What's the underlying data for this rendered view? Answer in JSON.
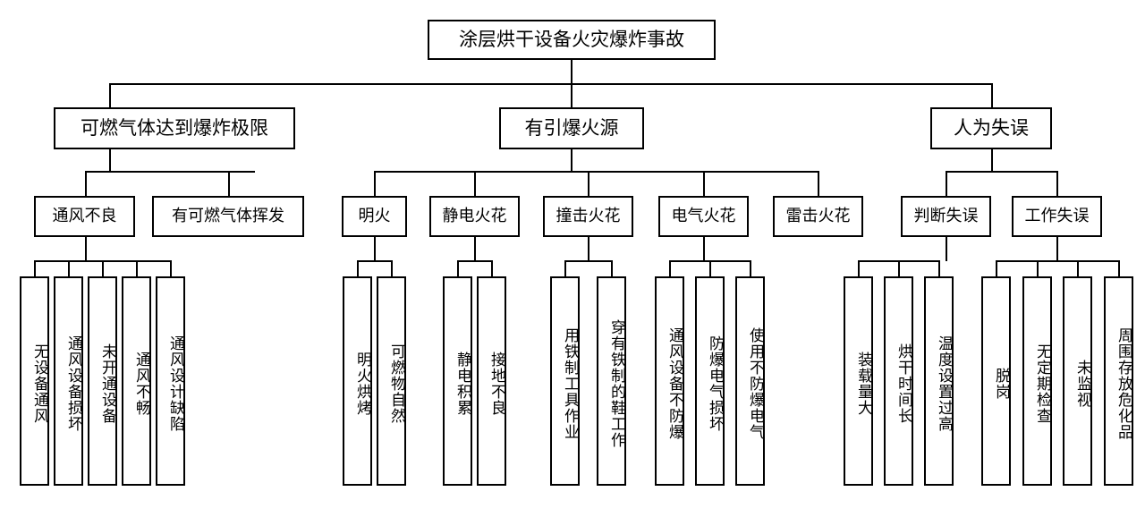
{
  "diagram": {
    "title": "涂层烘干设备火灾爆炸事故",
    "type": "fault-tree",
    "orientation": "top-down",
    "levels": 4,
    "root": {
      "id": "root",
      "label": "涂层烘干设备火灾爆炸事故"
    },
    "level2": [
      {
        "id": "b1",
        "label": "可燃气体达到爆炸极限"
      },
      {
        "id": "b2",
        "label": "有引爆火源"
      },
      {
        "id": "b3",
        "label": "人为失误"
      }
    ],
    "level3": [
      {
        "id": "b1c1",
        "parent": "b1",
        "label": "通风不良"
      },
      {
        "id": "b1c2",
        "parent": "b1",
        "label": "有可燃气体挥发"
      },
      {
        "id": "b2c1",
        "parent": "b2",
        "label": "明火"
      },
      {
        "id": "b2c2",
        "parent": "b2",
        "label": "静电火花"
      },
      {
        "id": "b2c3",
        "parent": "b2",
        "label": "撞击火花"
      },
      {
        "id": "b2c4",
        "parent": "b2",
        "label": "电气火花"
      },
      {
        "id": "b2c5",
        "parent": "b2",
        "label": "雷击火花"
      },
      {
        "id": "b3c1",
        "parent": "b3",
        "label": "判断失误"
      },
      {
        "id": "b3c2",
        "parent": "b3",
        "label": "工作失误"
      }
    ],
    "leaves": [
      {
        "id": "l01",
        "parent": "b1c1",
        "label": "无设备通风"
      },
      {
        "id": "l02",
        "parent": "b1c1",
        "label": "通风设备损坏"
      },
      {
        "id": "l03",
        "parent": "b1c1",
        "label": "未开通设备"
      },
      {
        "id": "l04",
        "parent": "b1c1",
        "label": "通风不畅"
      },
      {
        "id": "l05",
        "parent": "b1c1",
        "label": "通风设计缺陷"
      },
      {
        "id": "l06",
        "parent": "b2c1",
        "label": "明火烘烤"
      },
      {
        "id": "l07",
        "parent": "b2c1",
        "label": "可燃物自然"
      },
      {
        "id": "l08",
        "parent": "b2c2",
        "label": "静电积累"
      },
      {
        "id": "l09",
        "parent": "b2c2",
        "label": "接地不良"
      },
      {
        "id": "l10",
        "parent": "b2c3",
        "label": "用铁制工具作业"
      },
      {
        "id": "l11",
        "parent": "b2c3",
        "label": "穿有铁制的鞋工作"
      },
      {
        "id": "l12",
        "parent": "b2c4",
        "label": "通风设备不防爆"
      },
      {
        "id": "l13",
        "parent": "b2c4",
        "label": "防爆电气损坏"
      },
      {
        "id": "l14",
        "parent": "b2c4",
        "label": "使用不防爆电气"
      },
      {
        "id": "l15",
        "parent": "b3c1",
        "label": "装载量大"
      },
      {
        "id": "l16",
        "parent": "b3c1",
        "label": "烘干时间长"
      },
      {
        "id": "l17",
        "parent": "b3c1",
        "label": "温度设置过高"
      },
      {
        "id": "l18",
        "parent": "b3c2",
        "label": "脱岗"
      },
      {
        "id": "l19",
        "parent": "b3c2",
        "label": "无定期检查"
      },
      {
        "id": "l20",
        "parent": "b3c2",
        "label": "未监视"
      },
      {
        "id": "l21",
        "parent": "b3c2",
        "label": "周围存放危化品"
      }
    ],
    "colors": {
      "background": "#ffffff",
      "stroke": "#000000",
      "text": "#000000"
    }
  }
}
